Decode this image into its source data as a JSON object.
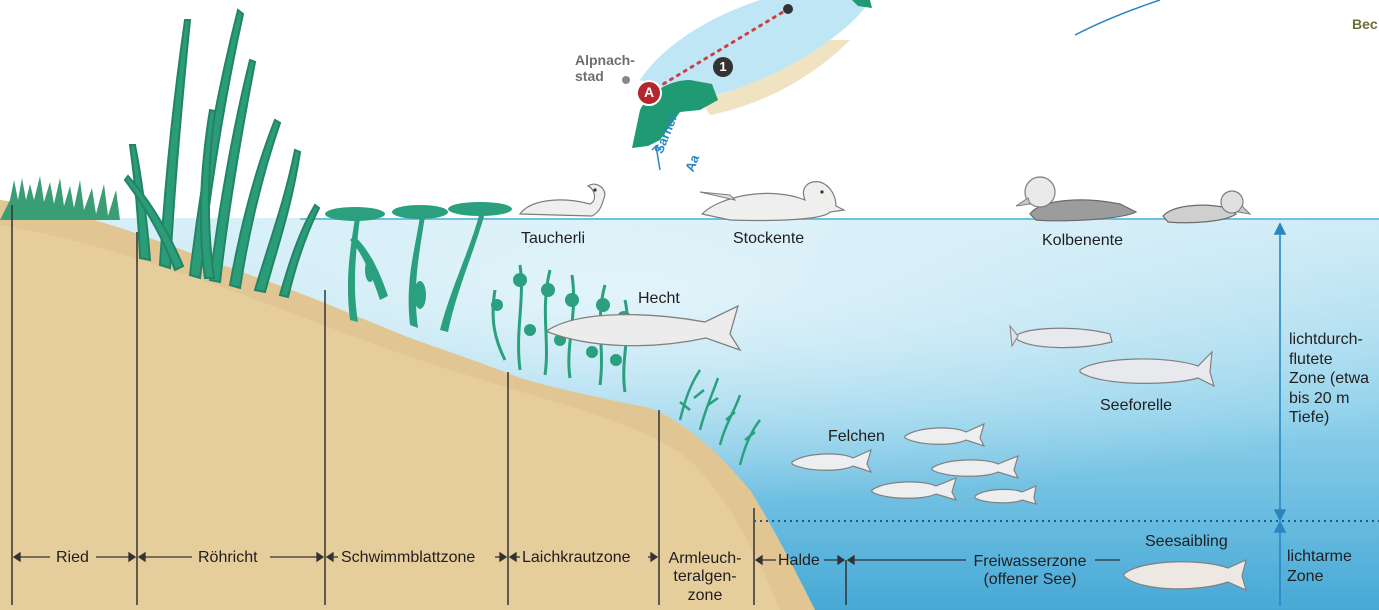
{
  "colors": {
    "sand": "#e8cf9f",
    "sand_dark": "#d9ba84",
    "water_top": "#a9dcef",
    "water_bottom": "#4fb3dc",
    "plant_green": "#2aa07e",
    "lake_light": "#bfe6f4",
    "marker_red": "#b3262e",
    "arrow_blue": "#2a86c1",
    "divider": "#333333"
  },
  "map": {
    "town_label": "Alpnach-\nstad",
    "marker_a": "A",
    "marker_1": "1",
    "river_label_1": "Sarner",
    "river_label_2": "Aa",
    "top_right_partial": "Bec"
  },
  "animals": {
    "taucherli": "Taucherli",
    "stockente": "Stockente",
    "kolbenente": "Kolbenente",
    "hecht": "Hecht",
    "seeforelle": "Seeforelle",
    "felchen": "Felchen",
    "seesaibling": "Seesaibling"
  },
  "depth_zones": {
    "light_zone": "lichtdurch-\nflutete\nZone (etwa\nbis 20 m\nTiefe)",
    "dark_zone": "lichtarme\nZone"
  },
  "shore_zones": [
    {
      "label": "Ried"
    },
    {
      "label": "Röhricht"
    },
    {
      "label": "Schwimmblattzone"
    },
    {
      "label": "Laichkrautzone"
    },
    {
      "label": "Armleuch-\nteralgen-\nzone"
    },
    {
      "label": "Halde"
    },
    {
      "label": "Freiwasserzone\n(offener See)"
    }
  ]
}
